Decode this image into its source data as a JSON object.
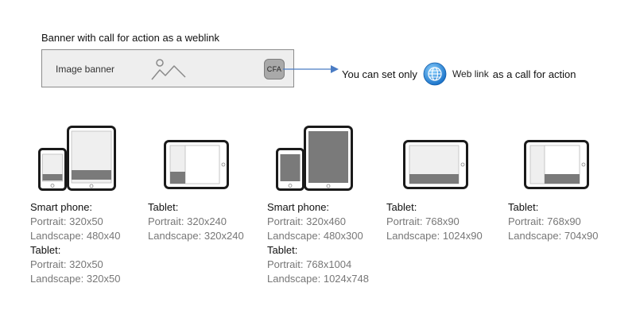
{
  "header": {
    "title": "Banner with call for action as a weblink"
  },
  "banner": {
    "label": "Image banner",
    "cfa_label": "CFA"
  },
  "note": {
    "prefix": "You can set only",
    "link_label": "Web link",
    "suffix": "as a call for action"
  },
  "icons": {
    "banner_image": "image-placeholder-icon",
    "globe": "globe-icon"
  },
  "colors": {
    "arrow": "#4a7cc4",
    "banner_fill": "#eeeeee",
    "device_frame": "#1a1a1a",
    "ad_fill": "#7a7a7a"
  },
  "specs": [
    {
      "lines": [
        {
          "type": "h",
          "text": "Smart phone:"
        },
        {
          "type": "v",
          "text": "Portrait: 320x50"
        },
        {
          "type": "v",
          "text": "Landscape: 480x40"
        },
        {
          "type": "h",
          "text": "Tablet:"
        },
        {
          "type": "v",
          "text": "Portrait: 320x50"
        },
        {
          "type": "v",
          "text": "Landscape: 320x50"
        }
      ]
    },
    {
      "lines": [
        {
          "type": "h",
          "text": "Tablet:"
        },
        {
          "type": "v",
          "text": "Portrait: 320x240"
        },
        {
          "type": "v",
          "text": "Landscape: 320x240"
        }
      ]
    },
    {
      "lines": [
        {
          "type": "h",
          "text": "Smart phone:"
        },
        {
          "type": "v",
          "text": "Portrait: 320x460"
        },
        {
          "type": "v",
          "text": "Landscape: 480x300"
        },
        {
          "type": "h",
          "text": "Tablet:"
        },
        {
          "type": "v",
          "text": "Portrait: 768x1004"
        },
        {
          "type": "v",
          "text": "Landscape: 1024x748"
        }
      ]
    },
    {
      "lines": [
        {
          "type": "h",
          "text": "Tablet:"
        },
        {
          "type": "v",
          "text": "Portrait: 768x90"
        },
        {
          "type": "v",
          "text": "Landscape: 1024x90"
        }
      ]
    },
    {
      "lines": [
        {
          "type": "h",
          "text": "Tablet:"
        },
        {
          "type": "v",
          "text": "Portrait: 768x90"
        },
        {
          "type": "v",
          "text": "Landscape: 704x90"
        }
      ]
    }
  ]
}
